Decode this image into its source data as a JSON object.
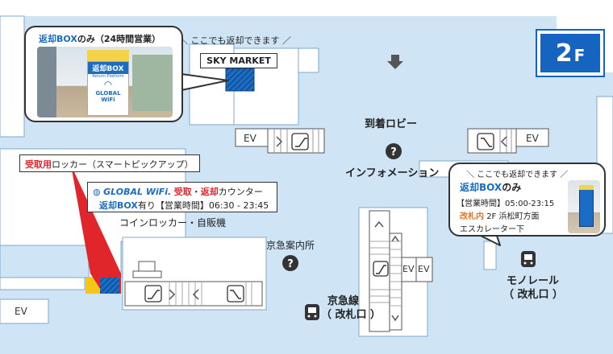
{
  "floor_badge": {
    "number": "2",
    "suffix": "F"
  },
  "labels": {
    "sky_market": "SKY MARKET",
    "return_here_top": "＼ ここでも返却できます ／",
    "return_here_right": "＼ ここでも返却できます ／",
    "arrival_lobby": "到着ロビー",
    "information": "インフォメーション",
    "coin_locker": "コインロッカー・自販機",
    "keikyu_info": "京急案内所",
    "keikyu_line_1": "京急線",
    "keikyu_line_2": "（ 改札口 ）",
    "monorail_1": "モノレール",
    "monorail_2": "（ 改札口 ）",
    "ev": "EV"
  },
  "top_callout": {
    "title_a": "返却BOX",
    "title_b": "のみ（24時間営業）",
    "box_sign_1": "返却BOX",
    "box_sign_2": "Return Platform",
    "box_sign_3": "GLOBAL",
    "box_sign_4": "WiFi"
  },
  "locker_tag": {
    "part_a": "受取用",
    "part_b": "ロッカー（スマートピックアップ）"
  },
  "counter_tag": {
    "brand": "GLOBAL WiFi.",
    "part_a": "受取",
    "sep": "・",
    "part_b": "返却",
    "part_c": "カウンター",
    "line2_a": "返却BOX",
    "line2_b": "有り【営業時間】06:30 - 23:45"
  },
  "right_callout": {
    "title_a": "返却BOX",
    "title_b": "のみ",
    "hours": "【営業時間】05:00-23:15",
    "loc_a": "改札内",
    "loc_b": "2F 浜松町方面",
    "loc_c": "エスカレーター下"
  },
  "colors": {
    "floor": "#cfe5f6",
    "wall": "#ffffff",
    "accent_blue": "#1a6cc4",
    "return_red": "#e0262a",
    "orange": "#e8741e",
    "badge": "#1565c0"
  }
}
